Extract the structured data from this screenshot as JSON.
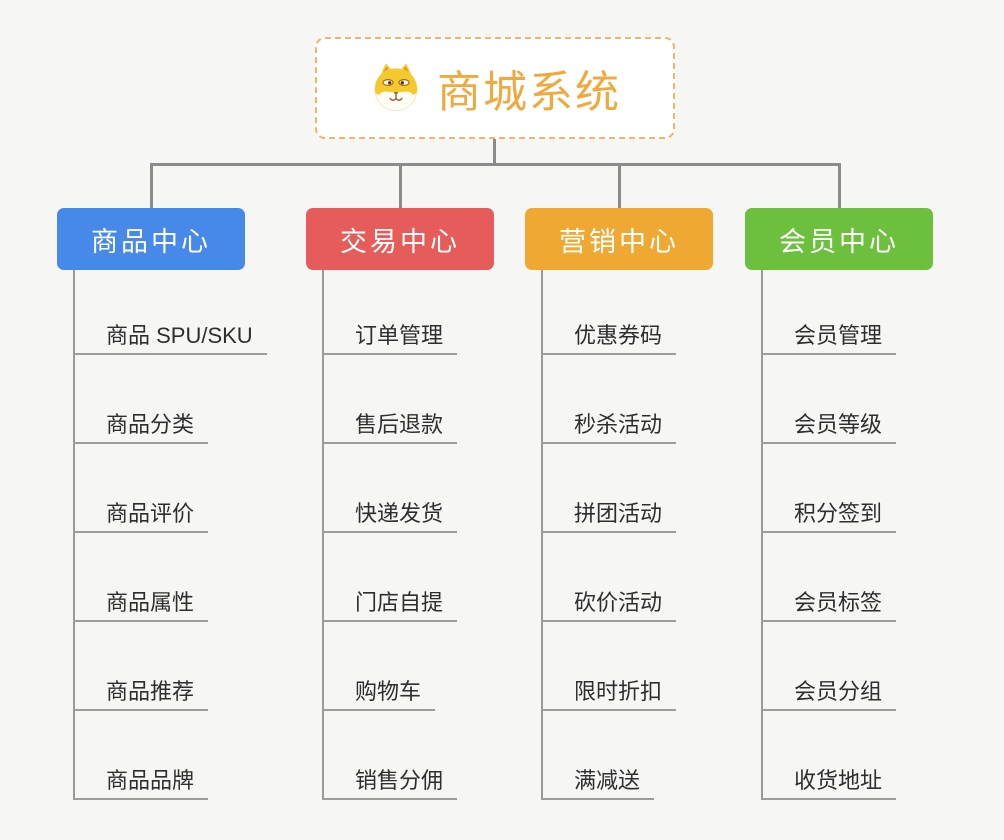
{
  "root": {
    "title": "商城系统",
    "icon": "shiba-dog-icon",
    "text_color": "#f0a93e",
    "border_color": "#f2b564"
  },
  "connector_color": "#8b8b8b",
  "branches": [
    {
      "label": "商品中心",
      "color": "#4689e8",
      "items": [
        "商品 SPU/SKU",
        "商品分类",
        "商品评价",
        "商品属性",
        "商品推荐",
        "商品品牌"
      ]
    },
    {
      "label": "交易中心",
      "color": "#e65c5a",
      "items": [
        "订单管理",
        "售后退款",
        "快递发货",
        "门店自提",
        "购物车",
        "销售分佣"
      ]
    },
    {
      "label": "营销中心",
      "color": "#efa832",
      "items": [
        "优惠券码",
        "秒杀活动",
        "拼团活动",
        "砍价活动",
        "限时折扣",
        "满减送"
      ]
    },
    {
      "label": "会员中心",
      "color": "#6dc03e",
      "items": [
        "会员管理",
        "会员等级",
        "积分签到",
        "会员标签",
        "会员分组",
        "收货地址"
      ]
    }
  ]
}
